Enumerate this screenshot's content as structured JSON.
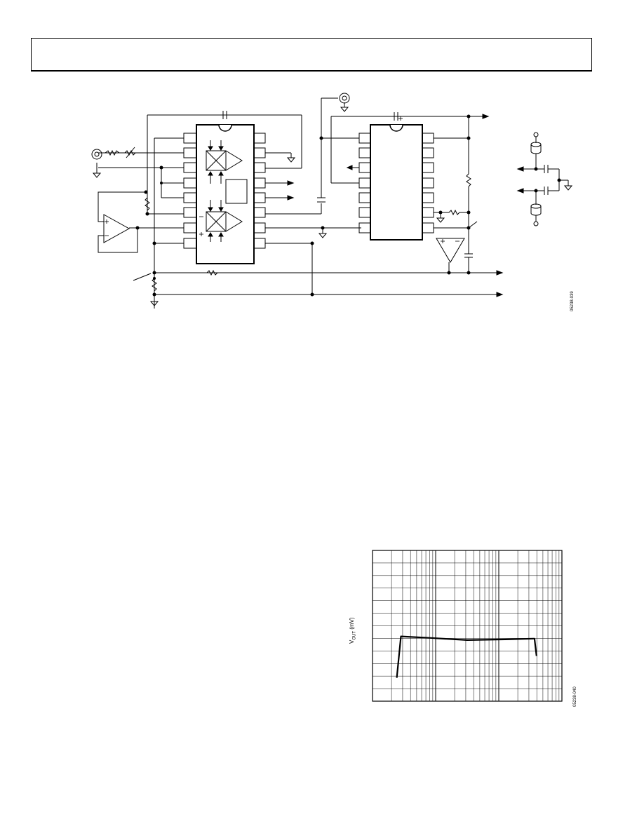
{
  "figure_codes": {
    "schematic": "05238-039",
    "chart": "05238-040"
  },
  "chart_data": {
    "type": "line",
    "title": "",
    "xlabel": "",
    "ylabel": "V",
    "ylabel_sub": "OUT",
    "ylabel_unit": " (mV)",
    "xscale": "log",
    "x_decades": 3,
    "y_divisions": 12,
    "grid": true,
    "series": [
      {
        "values_normalized": [
          [
            0.128,
            0.155
          ],
          [
            0.15,
            0.43
          ],
          [
            0.3,
            0.42
          ],
          [
            0.5,
            0.405
          ],
          [
            0.7,
            0.41
          ],
          [
            0.85,
            0.415
          ],
          [
            0.855,
            0.415
          ],
          [
            0.866,
            0.3
          ]
        ]
      }
    ]
  },
  "colors": {
    "ink": "#000000",
    "background": "#ffffff"
  }
}
